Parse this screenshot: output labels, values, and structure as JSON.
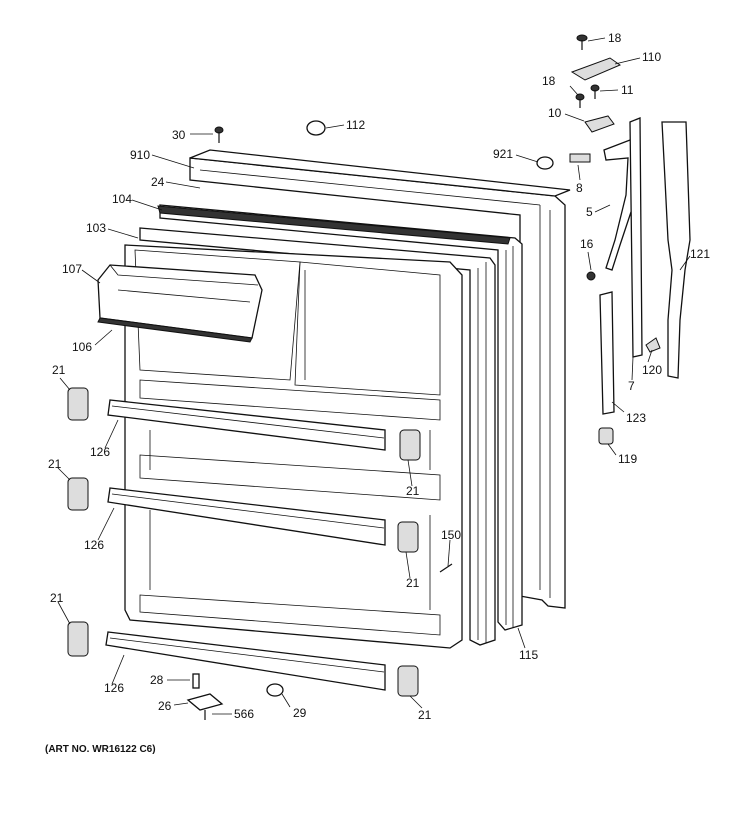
{
  "caption": "(ART NO. WR16122 C6)",
  "callouts": {
    "c18a": "18",
    "c110": "110",
    "c18b": "18",
    "c11": "11",
    "c10": "10",
    "c30": "30",
    "c112": "112",
    "c921": "921",
    "c910": "910",
    "c8": "8",
    "c24": "24",
    "c104": "104",
    "c5": "5",
    "c103": "103",
    "c16": "16",
    "c121": "121",
    "c107": "107",
    "c106": "106",
    "c120": "120",
    "c7": "7",
    "c21a": "21",
    "c123": "123",
    "c126a": "126",
    "c119": "119",
    "c21b": "21",
    "c21c": "21",
    "c126b": "126",
    "c150": "150",
    "c21d": "21",
    "c21e": "21",
    "c115": "115",
    "c126c": "126",
    "c28": "28",
    "c26": "26",
    "c566": "566",
    "c29": "29",
    "c21f": "21"
  }
}
